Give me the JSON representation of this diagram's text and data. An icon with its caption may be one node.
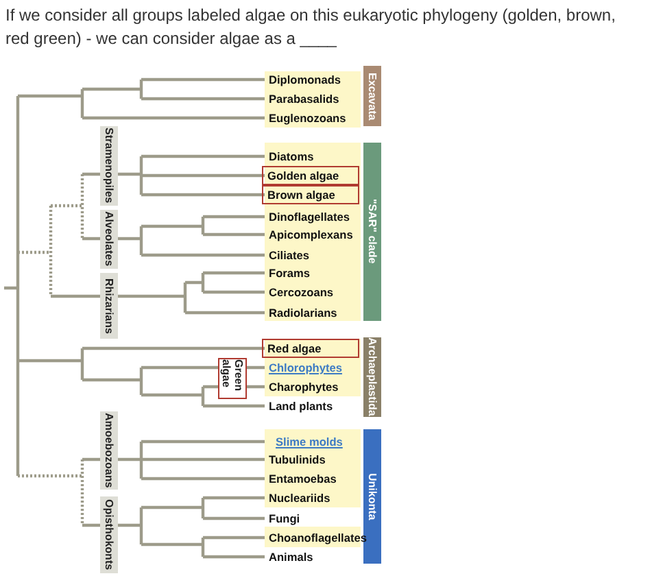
{
  "diagram": {
    "title": "If we consider all groups labeled algae on this eukaryotic phylogeny (golden, brown, red green) - we can consider algae as a ____",
    "nodes": [
      {
        "text": [
          "Diplomonads"
        ]
      },
      {
        "text": [
          "Parabasalids"
        ]
      },
      {
        "text": [
          "Euglenozoans"
        ]
      },
      {
        "text": [
          "Excavata"
        ]
      },
      {
        "text": [
          "Stramenopiles"
        ]
      },
      {
        "text": [
          "Diatoms"
        ]
      },
      {
        "text": [
          "Golden algae"
        ]
      },
      {
        "text": [
          "Brown algae"
        ]
      },
      {
        "text": [
          "\"SAR\" clade"
        ]
      },
      {
        "text": [
          "Alveolates"
        ]
      },
      {
        "text": [
          "Dinoflagellates"
        ]
      },
      {
        "text": [
          "Apicomplexans"
        ]
      },
      {
        "text": [
          "Ciliates"
        ]
      },
      {
        "text": [
          "Rhizarians"
        ]
      },
      {
        "text": [
          "Forams"
        ]
      },
      {
        "text": [
          "Cercozoans"
        ]
      },
      {
        "text": [
          "Radiolarians"
        ]
      },
      {
        "text": [
          "Red algae"
        ]
      },
      {
        "text": [
          "Archaeplastida"
        ]
      },
      {
        "text": [
          "Green algae"
        ]
      },
      {
        "text": [
          "Chlorophytes"
        ]
      },
      {
        "text": [
          "Charophytes"
        ]
      },
      {
        "text": [
          "Land plants"
        ]
      },
      {
        "text": [
          "Amoebozoans"
        ]
      },
      {
        "text": [
          "Slime molds"
        ]
      },
      {
        "text": [
          "Tubulinids"
        ]
      },
      {
        "text": [
          "Entamoebas"
        ]
      },
      {
        "text": [
          "Unikonta"
        ]
      },
      {
        "text": [
          "Nucleariids"
        ]
      },
      {
        "text": [
          "Opisthokonts"
        ]
      },
      {
        "text": [
          "Fungi"
        ]
      },
      {
        "text": [
          "Choanoflagellates"
        ]
      },
      {
        "text": [
          "Animals"
        ]
      }
    ]
  }
}
